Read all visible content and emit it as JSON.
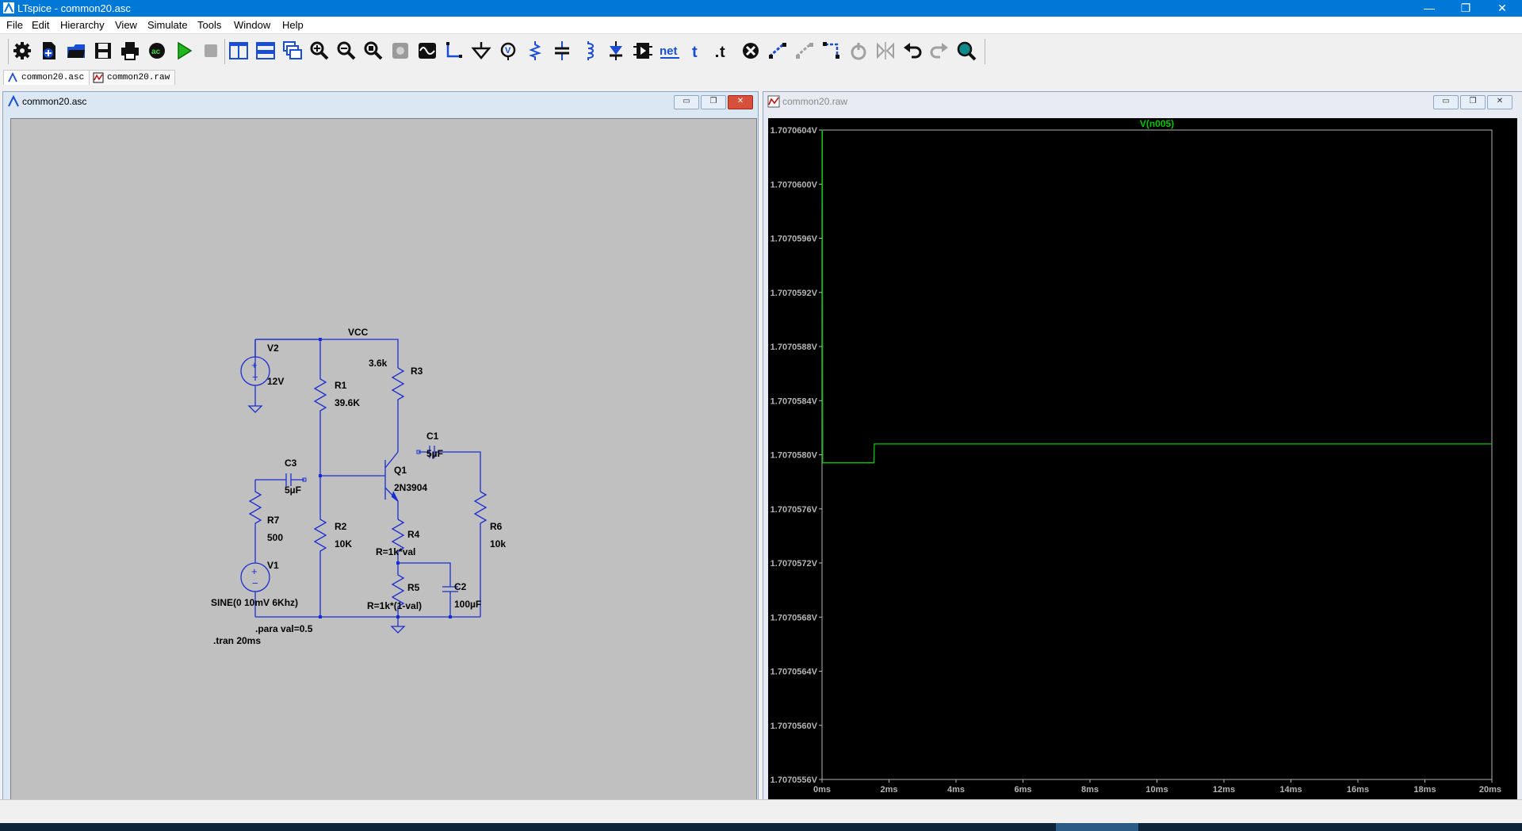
{
  "window": {
    "title": "LTspice - common20.asc",
    "minimize": "—",
    "restore": "❐",
    "close": "✕"
  },
  "menu": [
    "File",
    "Edit",
    "Hierarchy",
    "View",
    "Simulate",
    "Tools",
    "Window",
    "Help"
  ],
  "toolbar": {
    "net_label": "net"
  },
  "tabs": [
    {
      "label": "common20.asc",
      "active": true
    },
    {
      "label": "common20.raw",
      "active": false
    }
  ],
  "schematic": {
    "title": "common20.asc",
    "labels": {
      "vcc": "VCC",
      "v2": "V2",
      "v2_value": "12V",
      "r1": "R1",
      "r1_value": "39.6K",
      "r2": "R2",
      "r2_value": "10K",
      "r3": "R3",
      "r3_value": "3.6k",
      "r4": "R4",
      "r4_value": "R=1k*val",
      "r5": "R5",
      "r5_value": "R=1k*(1-val)",
      "r6": "R6",
      "r6_value": "10k",
      "r7": "R7",
      "r7_value": "500",
      "c1": "C1",
      "c1_value": "5µF",
      "c2": "C2",
      "c2_value": "100µF",
      "c3": "C3",
      "c3_value": "5µF",
      "q1": "Q1",
      "q1_model": "2N3904",
      "v1": "V1",
      "v1_value": "SINE(0 10mV 6Khz)",
      "param": ".para val=0.5",
      "tran": ".tran 20ms"
    }
  },
  "waveform": {
    "title": "common20.raw",
    "trace_color": "#00c800",
    "axis_color": "#b4b4b4",
    "chart_data": {
      "type": "line",
      "title": "V(n005)",
      "xlabel": "",
      "ylabel": "",
      "x_unit": "ms",
      "xlim": [
        0,
        20
      ],
      "ylim": [
        1.7070556,
        1.7070604
      ],
      "x_ticks": [
        "0ms",
        "2ms",
        "4ms",
        "6ms",
        "8ms",
        "10ms",
        "12ms",
        "14ms",
        "16ms",
        "18ms",
        "20ms"
      ],
      "y_ticks": [
        "1.7070604V",
        "1.7070600V",
        "1.7070596V",
        "1.7070592V",
        "1.7070588V",
        "1.7070584V",
        "1.7070580V",
        "1.7070576V",
        "1.7070572V",
        "1.7070568V",
        "1.7070564V",
        "1.7070560V",
        "1.7070556V"
      ],
      "grid": false,
      "series": [
        {
          "name": "V(n005)",
          "x": [
            0,
            0.01,
            0.02,
            1.55,
            1.56,
            20
          ],
          "y": [
            1.7070604,
            1.7070604,
            1.70705794,
            1.70705794,
            1.70705808,
            1.70705808
          ]
        }
      ]
    }
  }
}
